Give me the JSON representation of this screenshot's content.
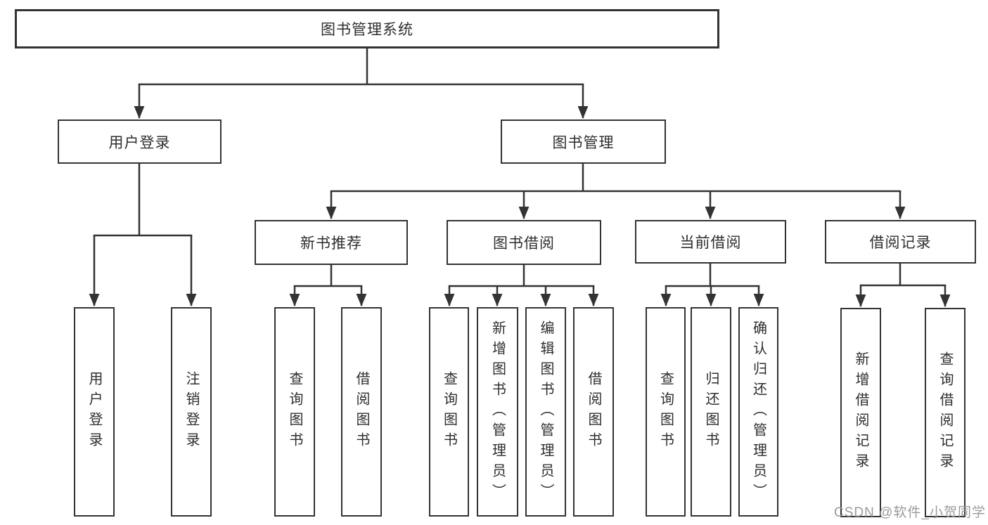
{
  "diagram": {
    "root": {
      "label": "图书管理系统"
    },
    "level2": [
      {
        "label": "用户登录"
      },
      {
        "label": "图书管理"
      }
    ],
    "level3": [
      {
        "label": "新书推荐"
      },
      {
        "label": "图书借阅"
      },
      {
        "label": "当前借阅"
      },
      {
        "label": "借阅记录"
      }
    ],
    "leaves": [
      {
        "label": "用户登录"
      },
      {
        "label": "注销登录"
      },
      {
        "label": "查询图书"
      },
      {
        "label": "借阅图书"
      },
      {
        "label": "查询图书"
      },
      {
        "label": "新增图书（管理员）"
      },
      {
        "label": "编辑图书（管理员）"
      },
      {
        "label": "借阅图书"
      },
      {
        "label": "查询图书"
      },
      {
        "label": "归还图书"
      },
      {
        "label": "确认归还（管理员）"
      },
      {
        "label": "新增借阅记录"
      },
      {
        "label": "查询借阅记录"
      }
    ],
    "watermark": "CSDN @软件_小贺同学",
    "colors": {
      "line": "#333333",
      "box_border": "#333333",
      "box_fill": "#ffffff",
      "text": "#2e2e2e",
      "watermark": "#9b9b9b"
    }
  }
}
